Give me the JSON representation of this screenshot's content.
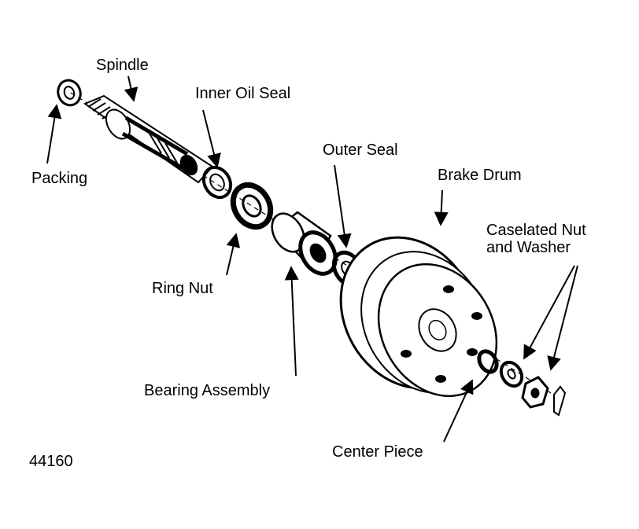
{
  "figure_number": "44160",
  "labels": {
    "spindle": "Spindle",
    "inner_oil_seal": "Inner Oil Seal",
    "packing": "Packing",
    "outer_seal": "Outer Seal",
    "brake_drum": "Brake Drum",
    "castellated_nut": "Caselated Nut\nand Washer",
    "ring_nut": "Ring Nut",
    "bearing_assembly": "Bearing Assembly",
    "center_piece": "Center Piece"
  },
  "colors": {
    "ink": "#000000",
    "paper": "#ffffff"
  }
}
